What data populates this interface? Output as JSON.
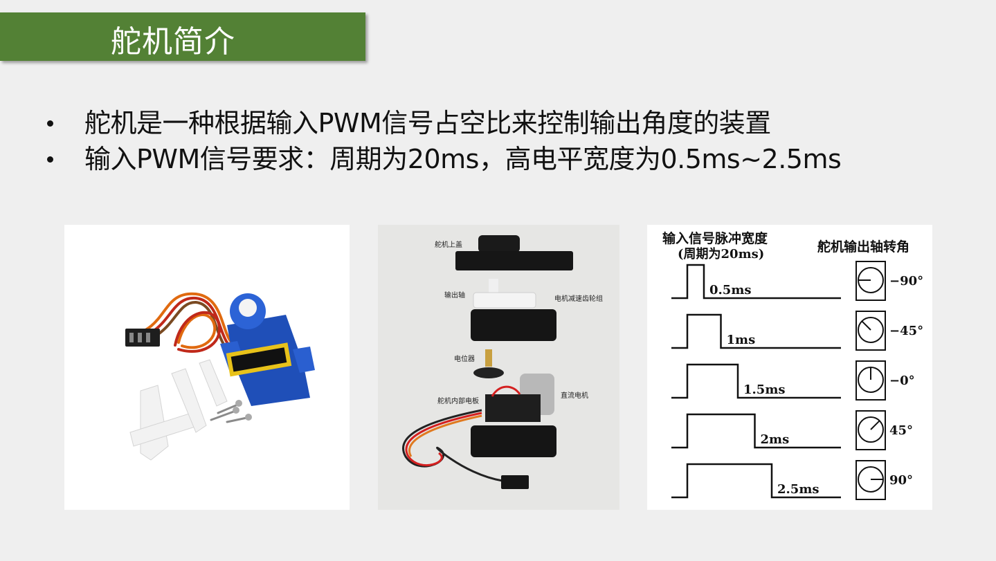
{
  "title": "舵机简介",
  "bullets": [
    "舵机是一种根据输入PWM信号占空比来控制输出角度的装置",
    "输入PWM信号要求：周期为20ms，高电平宽度为0.5ms~2.5ms"
  ],
  "exploded_labels": {
    "top_cover": "舵机上盖",
    "output_shaft": "输出轴",
    "gear_set": "电机减速齿轮组",
    "potentiometer": "电位器",
    "dc_motor": "直流电机",
    "circuit_board": "舵机内部电板"
  },
  "diagram": {
    "left_header_line1": "输入信号脉冲宽度",
    "left_header_line2": "(周期为20ms)",
    "right_header": "舵机输出轴转角",
    "rows": [
      {
        "pulse": "0.5ms",
        "angle": "−90°",
        "angle_deg": -90,
        "pulse_ms": 0.5
      },
      {
        "pulse": "1ms",
        "angle": "−45°",
        "angle_deg": -45,
        "pulse_ms": 1.0
      },
      {
        "pulse": "1.5ms",
        "angle": "−0°",
        "angle_deg": 0,
        "pulse_ms": 1.5
      },
      {
        "pulse": "2ms",
        "angle": "45°",
        "angle_deg": 45,
        "pulse_ms": 2.0
      },
      {
        "pulse": "2.5ms",
        "angle": "90°",
        "angle_deg": 90,
        "pulse_ms": 2.5
      }
    ]
  },
  "colors": {
    "title_bar": "#538135",
    "background": "#efefef"
  }
}
